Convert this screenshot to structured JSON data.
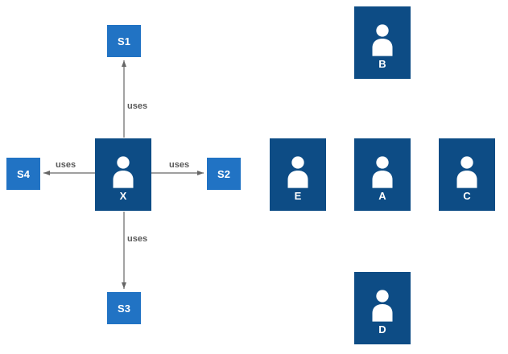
{
  "diagram": {
    "colors": {
      "actor_fill": "#0d4c85",
      "service_fill": "#2173c4",
      "edge": "#666666",
      "edge_label": "#595959",
      "node_text": "#ffffff",
      "background": "#ffffff"
    },
    "actors": [
      {
        "id": "X",
        "label": "X"
      },
      {
        "id": "B",
        "label": "B"
      },
      {
        "id": "E",
        "label": "E"
      },
      {
        "id": "A",
        "label": "A"
      },
      {
        "id": "C",
        "label": "C"
      },
      {
        "id": "D",
        "label": "D"
      }
    ],
    "services": [
      {
        "id": "S1",
        "label": "S1"
      },
      {
        "id": "S2",
        "label": "S2"
      },
      {
        "id": "S3",
        "label": "S3"
      },
      {
        "id": "S4",
        "label": "S4"
      }
    ],
    "edges": [
      {
        "from": "X",
        "to": "S1",
        "label": "uses"
      },
      {
        "from": "X",
        "to": "S2",
        "label": "uses"
      },
      {
        "from": "X",
        "to": "S4",
        "label": "uses"
      },
      {
        "from": "X",
        "to": "S3",
        "label": "uses"
      }
    ]
  }
}
